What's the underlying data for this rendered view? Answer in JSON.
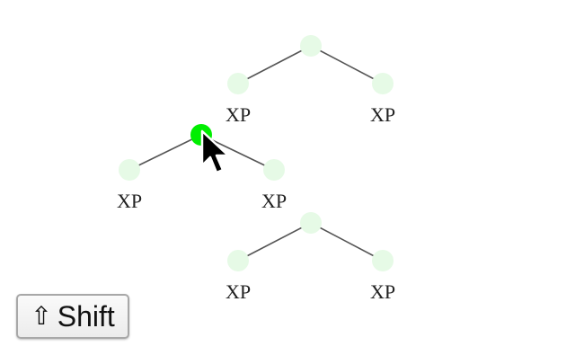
{
  "diagram": {
    "colors": {
      "node_idle": "#e6fae6",
      "node_active": "#00ee00",
      "edge": "#555555"
    },
    "trees": [
      {
        "root": {
          "label": "",
          "active": false
        },
        "children": [
          {
            "label": "XP",
            "active": false
          },
          {
            "label": "XP",
            "active": false
          }
        ]
      },
      {
        "root": {
          "label": "",
          "active": true
        },
        "children": [
          {
            "label": "XP",
            "active": false
          },
          {
            "label": "XP",
            "active": false
          }
        ]
      },
      {
        "root": {
          "label": "",
          "active": false
        },
        "children": [
          {
            "label": "XP",
            "active": false
          },
          {
            "label": "XP",
            "active": false
          }
        ]
      }
    ]
  },
  "keyboard": {
    "shift_icon": "⇧",
    "shift_label": "Shift"
  },
  "cursor": {
    "icon": "arrow-pointer-icon"
  }
}
